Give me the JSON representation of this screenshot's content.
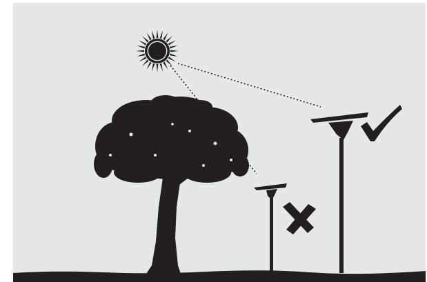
{
  "colors": {
    "background": "#ffffff",
    "sky": "#e6e7e8",
    "ink": "#231f20"
  },
  "scene": {
    "sun": {
      "icon": "sun-icon"
    },
    "tree": {
      "icon": "tree-icon"
    },
    "lights": [
      {
        "name": "short-solar-street-light",
        "status": "blocked",
        "status_icon": "cross-icon"
      },
      {
        "name": "tall-solar-street-light",
        "status": "sunlit",
        "status_icon": "checkmark-icon"
      }
    ],
    "sun_rays": [
      {
        "name": "ray-to-short-light",
        "style": "dotted"
      },
      {
        "name": "ray-to-tall-light",
        "style": "dotted"
      }
    ]
  }
}
